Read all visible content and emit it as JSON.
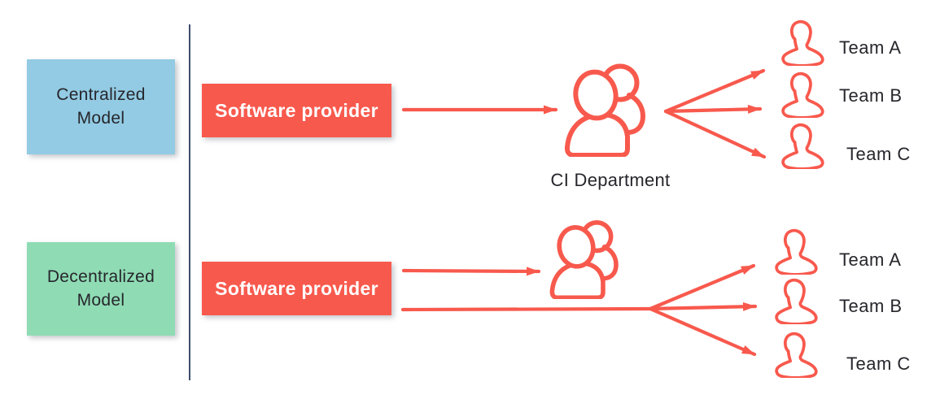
{
  "colors": {
    "accent_red": "#F8594D",
    "centralized_fill": "#92CBE3",
    "decentralized_fill": "#8FDCB4",
    "divider": "#3E4D6E",
    "text_dark": "#26262C",
    "provider_text": "#FFFFFF"
  },
  "icons": {
    "hub": "people-group-icon",
    "team": "person-bust-icon"
  },
  "rows": [
    {
      "model_label": "Centralized Model",
      "provider_label": "Software provider",
      "hub_label": "CI Department",
      "teams": [
        "Team A",
        "Team B",
        "Team C"
      ]
    },
    {
      "model_label": "Decentralized Model",
      "provider_label": "Software provider",
      "teams": [
        "Team A",
        "Team B",
        "Team C"
      ]
    }
  ]
}
